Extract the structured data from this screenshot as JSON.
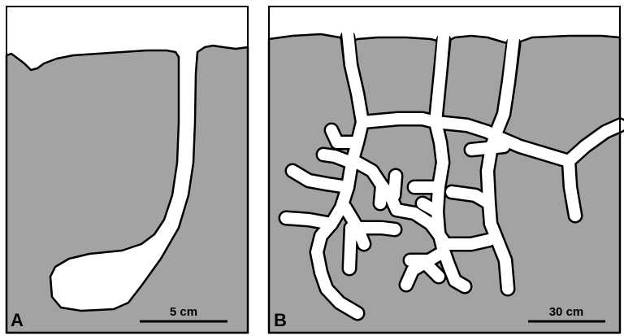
{
  "panels": [
    {
      "label": "A",
      "scale_bar": "5 cm"
    },
    {
      "label": "B",
      "scale_bar": "30 cm"
    }
  ],
  "colors": {
    "sediment": "#a3a3a3",
    "void": "#ffffff",
    "outline": "#000000"
  }
}
